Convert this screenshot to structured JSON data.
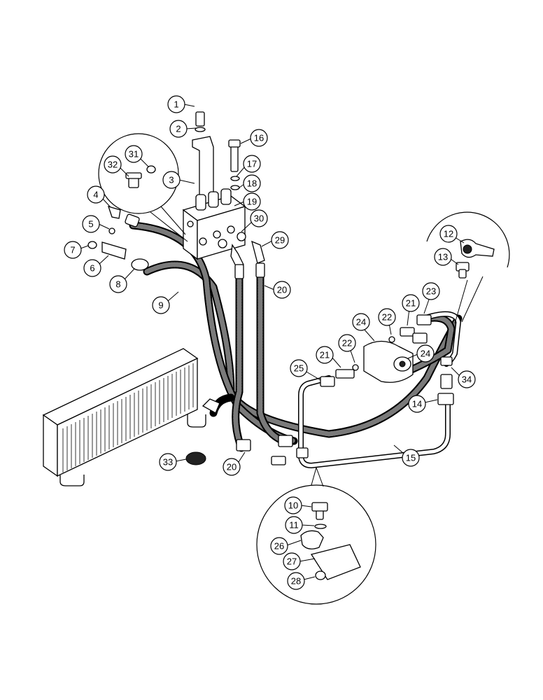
{
  "callouts": [
    {
      "num": "1"
    },
    {
      "num": "2"
    },
    {
      "num": "3"
    },
    {
      "num": "4"
    },
    {
      "num": "5"
    },
    {
      "num": "6"
    },
    {
      "num": "7"
    },
    {
      "num": "8"
    },
    {
      "num": "9"
    },
    {
      "num": "10"
    },
    {
      "num": "11"
    },
    {
      "num": "12"
    },
    {
      "num": "13"
    },
    {
      "num": "14"
    },
    {
      "num": "15"
    },
    {
      "num": "16"
    },
    {
      "num": "17"
    },
    {
      "num": "18"
    },
    {
      "num": "19"
    },
    {
      "num": "20"
    },
    {
      "num": "20"
    },
    {
      "num": "21"
    },
    {
      "num": "21"
    },
    {
      "num": "22"
    },
    {
      "num": "22"
    },
    {
      "num": "23"
    },
    {
      "num": "24"
    },
    {
      "num": "24"
    },
    {
      "num": "25"
    },
    {
      "num": "26"
    },
    {
      "num": "27"
    },
    {
      "num": "28"
    },
    {
      "num": "29"
    },
    {
      "num": "30"
    },
    {
      "num": "31"
    },
    {
      "num": "32"
    },
    {
      "num": "33"
    },
    {
      "num": "34"
    }
  ]
}
